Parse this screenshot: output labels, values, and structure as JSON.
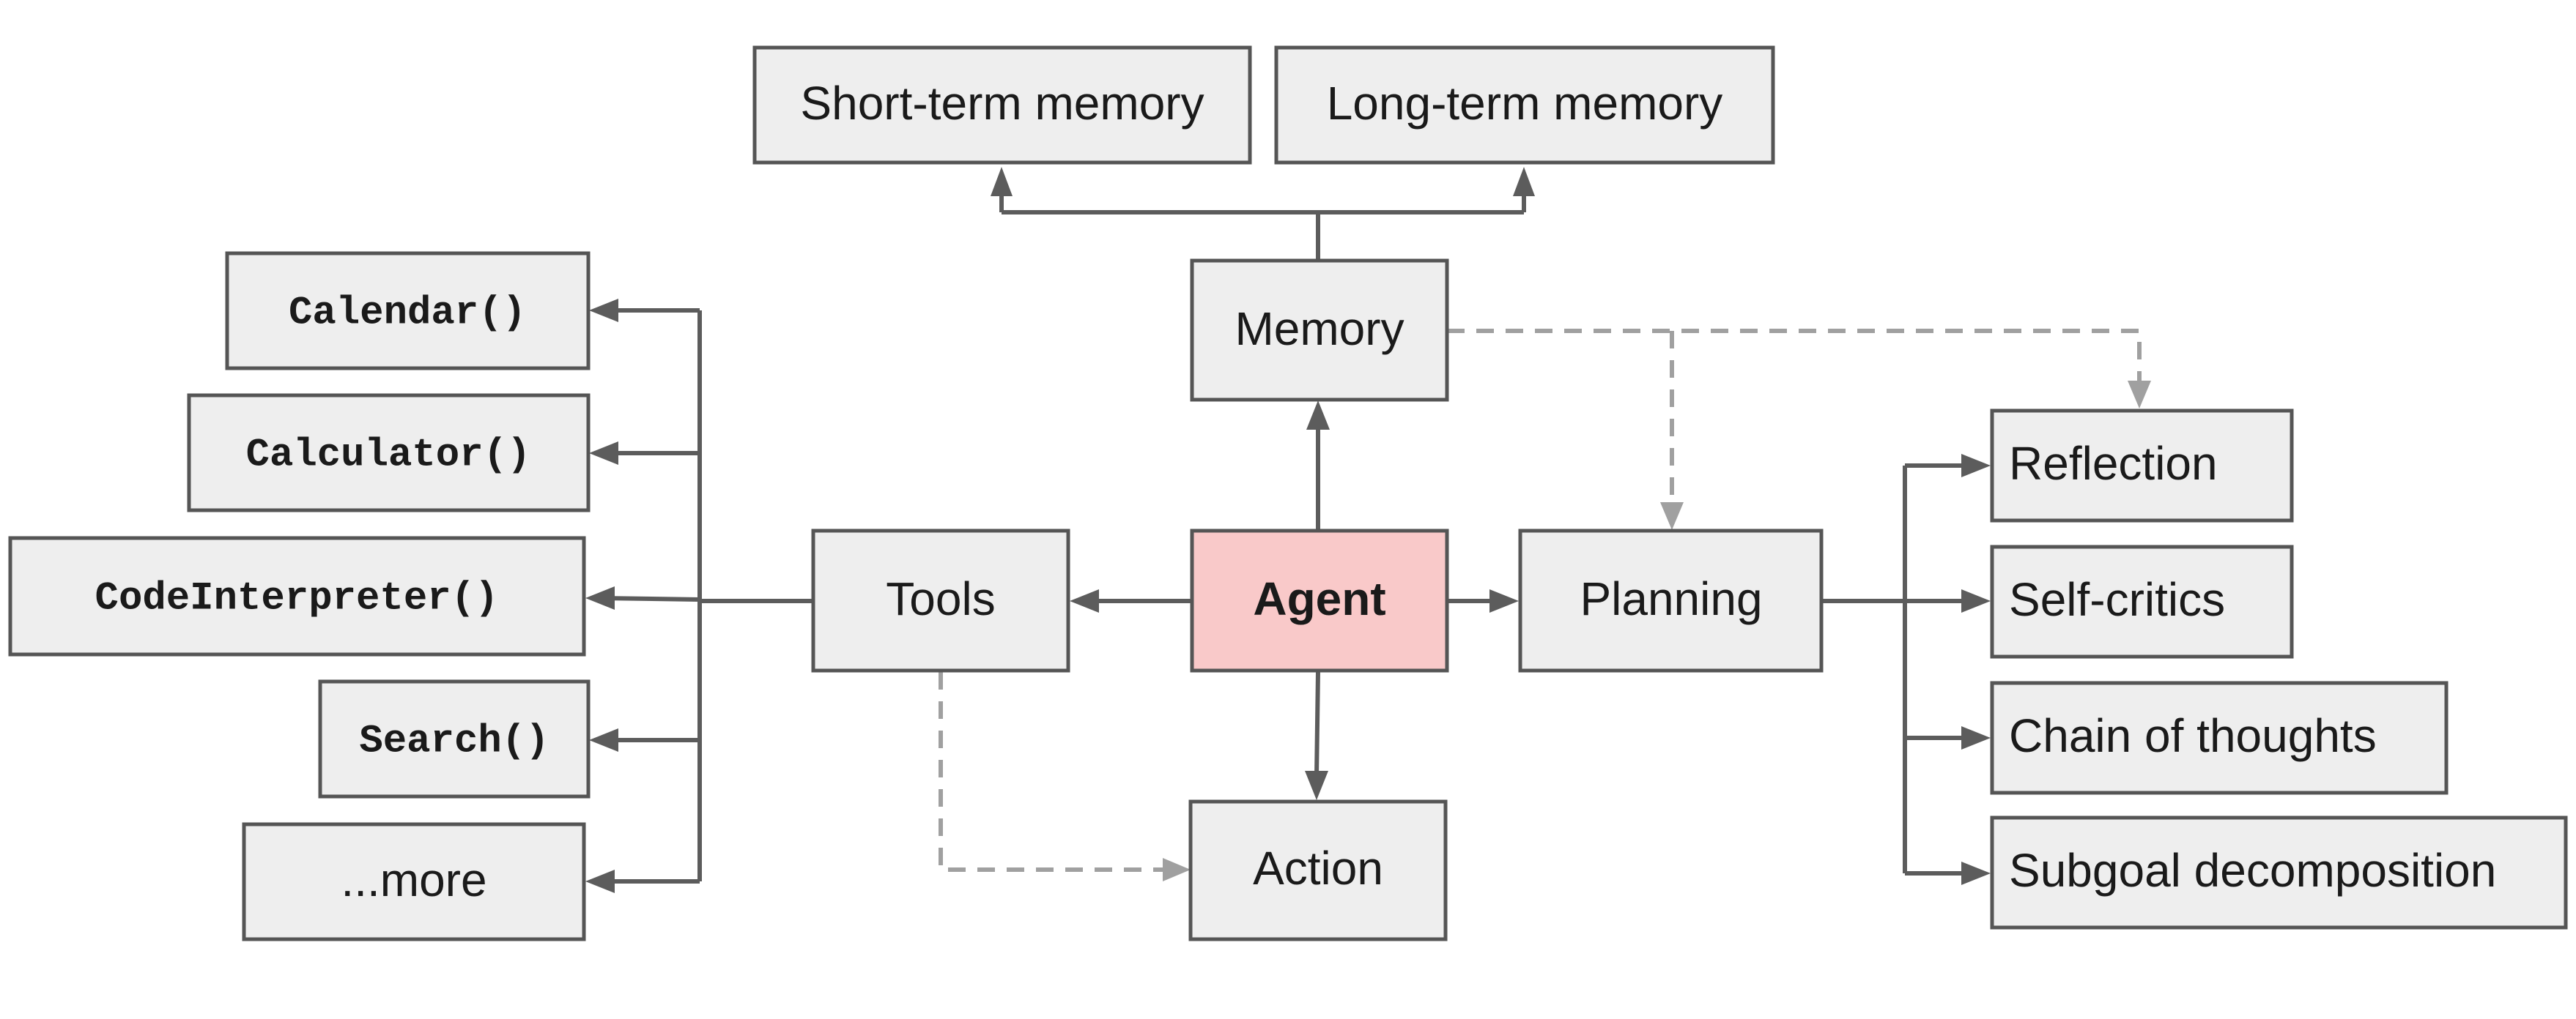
{
  "colors": {
    "box_fill": "#eeeeee",
    "box_stroke": "#555555",
    "agent_fill": "#f9c9c9",
    "arrow": "#5c5c5c",
    "dashed_arrow": "#a0a0a0"
  },
  "nodes": {
    "short_term_memory": "Short-term memory",
    "long_term_memory": "Long-term memory",
    "memory": "Memory",
    "agent": "Agent",
    "tools": "Tools",
    "planning": "Planning",
    "action": "Action",
    "calendar": "Calendar()",
    "calculator": "Calculator()",
    "code_interpreter": "CodeInterpreter()",
    "search": "Search()",
    "more": "...more",
    "reflection": "Reflection",
    "self_critics": "Self-critics",
    "chain_of_thoughts": "Chain of thoughts",
    "subgoal_decomposition": "Subgoal decomposition"
  },
  "edges": [
    {
      "from": "agent",
      "to": "memory",
      "style": "solid"
    },
    {
      "from": "agent",
      "to": "tools",
      "style": "solid"
    },
    {
      "from": "agent",
      "to": "planning",
      "style": "solid"
    },
    {
      "from": "agent",
      "to": "action",
      "style": "solid"
    },
    {
      "from": "memory",
      "to": "short_term_memory",
      "style": "solid"
    },
    {
      "from": "memory",
      "to": "long_term_memory",
      "style": "solid"
    },
    {
      "from": "tools",
      "to": "calendar",
      "style": "solid"
    },
    {
      "from": "tools",
      "to": "calculator",
      "style": "solid"
    },
    {
      "from": "tools",
      "to": "code_interpreter",
      "style": "solid"
    },
    {
      "from": "tools",
      "to": "search",
      "style": "solid"
    },
    {
      "from": "tools",
      "to": "more",
      "style": "solid"
    },
    {
      "from": "planning",
      "to": "reflection",
      "style": "solid"
    },
    {
      "from": "planning",
      "to": "self_critics",
      "style": "solid"
    },
    {
      "from": "planning",
      "to": "chain_of_thoughts",
      "style": "solid"
    },
    {
      "from": "planning",
      "to": "subgoal_decomposition",
      "style": "solid"
    },
    {
      "from": "memory",
      "to": "planning",
      "style": "dashed"
    },
    {
      "from": "memory",
      "to": "reflection",
      "style": "dashed"
    },
    {
      "from": "tools",
      "to": "action",
      "style": "dashed"
    }
  ]
}
